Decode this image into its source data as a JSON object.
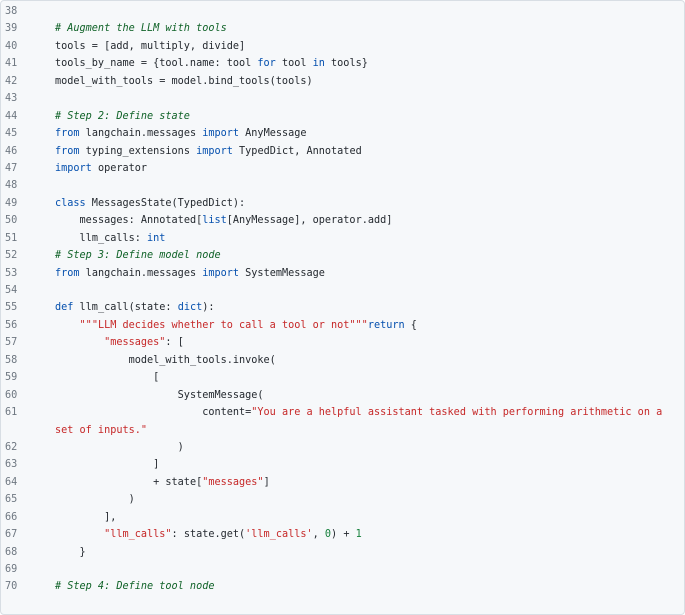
{
  "code": {
    "lines": [
      {
        "num": "38",
        "tokens": []
      },
      {
        "num": "39",
        "tokens": [
          {
            "t": "c",
            "v": "# Augment the LLM with tools"
          }
        ]
      },
      {
        "num": "40",
        "tokens": [
          {
            "t": "p",
            "v": "tools = [add, multiply, divide]"
          }
        ]
      },
      {
        "num": "41",
        "tokens": [
          {
            "t": "p",
            "v": "tools_by_name = {tool.name: tool "
          },
          {
            "t": "k",
            "v": "for"
          },
          {
            "t": "p",
            "v": " tool "
          },
          {
            "t": "k",
            "v": "in"
          },
          {
            "t": "p",
            "v": " tools}"
          }
        ]
      },
      {
        "num": "42",
        "tokens": [
          {
            "t": "p",
            "v": "model_with_tools = model.bind_tools(tools)"
          }
        ]
      },
      {
        "num": "43",
        "tokens": []
      },
      {
        "num": "44",
        "tokens": [
          {
            "t": "c",
            "v": "# Step 2: Define state"
          }
        ]
      },
      {
        "num": "45",
        "tokens": [
          {
            "t": "k",
            "v": "from"
          },
          {
            "t": "p",
            "v": " langchain.messages "
          },
          {
            "t": "k",
            "v": "import"
          },
          {
            "t": "p",
            "v": " AnyMessage"
          }
        ]
      },
      {
        "num": "46",
        "tokens": [
          {
            "t": "k",
            "v": "from"
          },
          {
            "t": "p",
            "v": " typing_extensions "
          },
          {
            "t": "k",
            "v": "import"
          },
          {
            "t": "p",
            "v": " TypedDict, Annotated"
          }
        ]
      },
      {
        "num": "47",
        "tokens": [
          {
            "t": "k",
            "v": "import"
          },
          {
            "t": "p",
            "v": " operator"
          }
        ]
      },
      {
        "num": "48",
        "tokens": []
      },
      {
        "num": "49",
        "tokens": [
          {
            "t": "k",
            "v": "class"
          },
          {
            "t": "p",
            "v": " MessagesState(TypedDict):"
          }
        ]
      },
      {
        "num": "50",
        "tokens": [
          {
            "t": "p",
            "v": "    messages: Annotated["
          },
          {
            "t": "k",
            "v": "list"
          },
          {
            "t": "p",
            "v": "[AnyMessage], operator.add]"
          }
        ]
      },
      {
        "num": "51",
        "tokens": [
          {
            "t": "p",
            "v": "    llm_calls: "
          },
          {
            "t": "k",
            "v": "int"
          }
        ]
      },
      {
        "num": "52",
        "tokens": [
          {
            "t": "c",
            "v": "# Step 3: Define model node"
          }
        ]
      },
      {
        "num": "53",
        "tokens": [
          {
            "t": "k",
            "v": "from"
          },
          {
            "t": "p",
            "v": " langchain.messages "
          },
          {
            "t": "k",
            "v": "import"
          },
          {
            "t": "p",
            "v": " SystemMessage"
          }
        ]
      },
      {
        "num": "54",
        "tokens": []
      },
      {
        "num": "55",
        "tokens": [
          {
            "t": "k",
            "v": "def"
          },
          {
            "t": "p",
            "v": " llm_call(state: "
          },
          {
            "t": "k",
            "v": "dict"
          },
          {
            "t": "p",
            "v": "):"
          }
        ]
      },
      {
        "num": "56",
        "tokens": [
          {
            "t": "p",
            "v": "    "
          },
          {
            "t": "s",
            "v": "\"\"\"LLM decides whether to call a tool or not\"\"\""
          },
          {
            "t": "k",
            "v": "return"
          },
          {
            "t": "p",
            "v": " {"
          }
        ]
      },
      {
        "num": "57",
        "tokens": [
          {
            "t": "p",
            "v": "        "
          },
          {
            "t": "s",
            "v": "\"messages\""
          },
          {
            "t": "p",
            "v": ": ["
          }
        ]
      },
      {
        "num": "58",
        "tokens": [
          {
            "t": "p",
            "v": "            model_with_tools.invoke("
          }
        ]
      },
      {
        "num": "59",
        "tokens": [
          {
            "t": "p",
            "v": "                ["
          }
        ]
      },
      {
        "num": "60",
        "tokens": [
          {
            "t": "p",
            "v": "                    SystemMessage("
          }
        ]
      },
      {
        "num": "61",
        "tokens": [
          {
            "t": "p",
            "v": "                        content="
          },
          {
            "t": "s",
            "v": "\"You are a helpful assistant tasked with performing arithmetic on a set of inputs.\""
          }
        ]
      },
      {
        "num": "62",
        "tokens": [
          {
            "t": "p",
            "v": "                    )"
          }
        ]
      },
      {
        "num": "63",
        "tokens": [
          {
            "t": "p",
            "v": "                ]"
          }
        ]
      },
      {
        "num": "64",
        "tokens": [
          {
            "t": "p",
            "v": "                + state["
          },
          {
            "t": "s",
            "v": "\"messages\""
          },
          {
            "t": "p",
            "v": "]"
          }
        ]
      },
      {
        "num": "65",
        "tokens": [
          {
            "t": "p",
            "v": "            )"
          }
        ]
      },
      {
        "num": "66",
        "tokens": [
          {
            "t": "p",
            "v": "        ],"
          }
        ]
      },
      {
        "num": "67",
        "tokens": [
          {
            "t": "p",
            "v": "        "
          },
          {
            "t": "s",
            "v": "\"llm_calls\""
          },
          {
            "t": "p",
            "v": ": state.get("
          },
          {
            "t": "s",
            "v": "'llm_calls'"
          },
          {
            "t": "p",
            "v": ", "
          },
          {
            "t": "n",
            "v": "0"
          },
          {
            "t": "p",
            "v": ") + "
          },
          {
            "t": "n",
            "v": "1"
          }
        ]
      },
      {
        "num": "68",
        "tokens": [
          {
            "t": "p",
            "v": "    }"
          }
        ]
      },
      {
        "num": "69",
        "tokens": []
      },
      {
        "num": "70",
        "tokens": [
          {
            "t": "c",
            "v": "# Step 4: Define tool node"
          }
        ]
      }
    ]
  }
}
